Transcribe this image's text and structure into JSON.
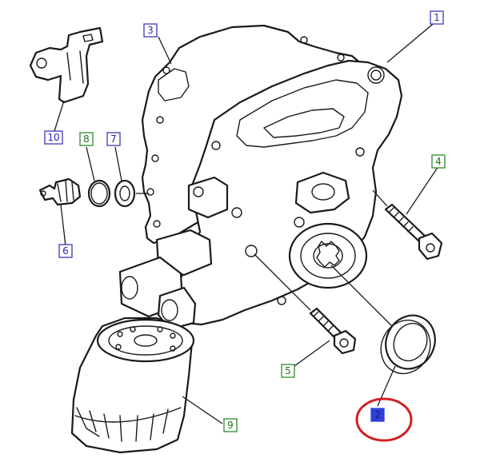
{
  "callouts": [
    {
      "id": "1",
      "label": "1",
      "style": "blue"
    },
    {
      "id": "2",
      "label": "2",
      "style": "highlighted"
    },
    {
      "id": "3",
      "label": "3",
      "style": "blue"
    },
    {
      "id": "4",
      "label": "4",
      "style": "green"
    },
    {
      "id": "5",
      "label": "5",
      "style": "green"
    },
    {
      "id": "6",
      "label": "6",
      "style": "blue"
    },
    {
      "id": "7",
      "label": "7",
      "style": "blue"
    },
    {
      "id": "8",
      "label": "8",
      "style": "green"
    },
    {
      "id": "9",
      "label": "9",
      "style": "green"
    },
    {
      "id": "10",
      "label": "10",
      "style": "blue"
    }
  ],
  "colors": {
    "blue_border": "#3a3ab8",
    "blue_text": "#2a2aa8",
    "green_border": "#2d8a2d",
    "green_text": "#1f6f1f",
    "highlight_fill": "#2f3fd8",
    "highlight_text": "#1a1a80",
    "circle_marker": "#d42020",
    "line": "#1a1a1a"
  },
  "highlighted_part": "2"
}
